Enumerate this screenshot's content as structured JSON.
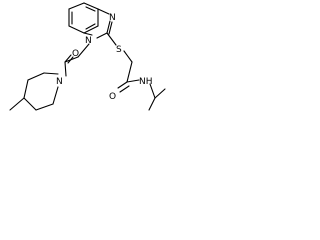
{
  "structure": {
    "atoms": {
      "n_imidazole": "N",
      "n_ring": "N",
      "s_thioether": "S",
      "o_ketone": "O",
      "n_piperidine": "N",
      "o_amide": "O",
      "nh_amide": "NH"
    }
  }
}
